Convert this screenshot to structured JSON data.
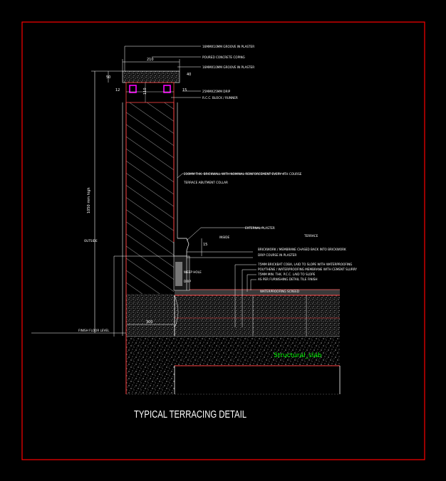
{
  "title": "TYPICAL TERRACING DETAIL",
  "slab_label": "Structural_slab",
  "annotations": {
    "a1": "16MMX10MM GROOVE IN PLASTER",
    "a2": "POURED CONCRETE COPING",
    "a3": "16MMX10MM GROOVE IN PLASTER",
    "a4": "25MMX25MM DRIP",
    "a5": "R.C.C. BLOCK / RUNNER",
    "a6": "230MM THK. BRICKWALL WITH NOMINAL REINFORCEMENT EVERY 4TH COURSE",
    "a7": "TERRACE ABUTMENT COLLAR",
    "a8": "EXTERNAL PLASTER",
    "a9": "DRIP COURSE IN PLASTER",
    "a10": "BRICKWORK / MEMBRANE CHASED BACK INTO BRICKWORK",
    "a11": "75MM BRICKBAT COBA, LAID TO SLOPE WITH WATERPROOFING",
    "a12": "POLYTHENE / WATERPROOFING MEMBRANE WITH CEMENT SLURRY",
    "a13": "75MM MIN. THK. P.C.C. LAID TO SLOPE",
    "a14": "AS PER FURNISHING DETAIL TILE FINISH",
    "a15": "WATERPROOFING SCREED",
    "a16": "WEEP HOLE",
    "a17": "DRIP"
  },
  "zones": {
    "outside": "OUTSIDE",
    "terrace": "TERRACE",
    "inside": "INSIDE",
    "ffl": "FINISH FLOOR LEVEL"
  },
  "dimensions": {
    "top_width": "210",
    "height": "1050 mm high",
    "d_left": "50",
    "d_top_right": "40",
    "d_12": "12",
    "d_15": "15",
    "d_110": "110",
    "d_300": "300",
    "d_15b": "15"
  },
  "colors": {
    "frame": "#ff0000",
    "lines": "#ffffff",
    "hatch": "#ffffff",
    "magenta": "#ff00ff",
    "slab_text": "#00ff00",
    "title": "#ffffff",
    "fill_grey": "#5a5a5a"
  }
}
